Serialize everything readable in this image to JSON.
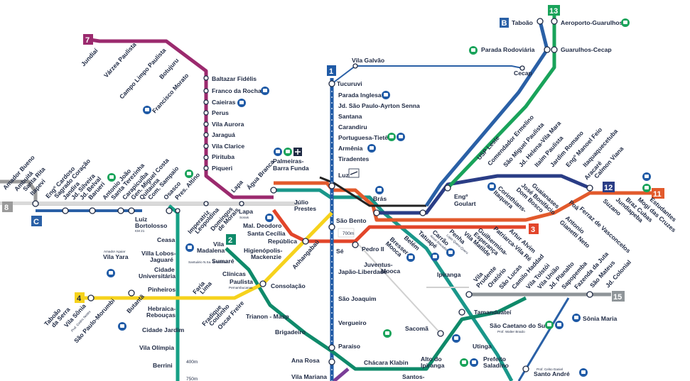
{
  "colors": {
    "line1": "#1f5aa6",
    "line2": "#0f8a6a",
    "line3": "#e2452a",
    "line4": "#f6d21c",
    "line5": "#7a3d97",
    "line7": "#9b2a6e",
    "line8": "#9a9a9a",
    "line9": "#16a085",
    "line10": "#19978a",
    "line11": "#e25a2c",
    "line12": "#2a3d86",
    "line13": "#19a35a",
    "line15": "#8f9599",
    "lineB": "#2a60a6",
    "text": "#1f2a44"
  },
  "lines": {
    "l1": "1",
    "l2": "2",
    "l3": "3",
    "l4": "4",
    "l7": "7",
    "l8": "8",
    "l9": "C",
    "l11": "11",
    "l12": "12",
    "l13": "13",
    "l15": "15",
    "lB": "B"
  },
  "stations": {
    "taboao": "Taboão",
    "aeroporto": "Aeroporto-Guarulhos",
    "rodoviaria": "Parada Rodoviária",
    "cecap_g": "Guarulhos-Cecap",
    "vila_galvao": "Vila Galvão",
    "cecap": "Cecap",
    "tucuruvi": "Tucuruvi",
    "parada_inglesa": "Parada Inglesa",
    "jd_sp": "Jd. São Paulo-Ayrton Senna",
    "santana": "Santana",
    "carandiru": "Carandiru",
    "tiete": "Portuguesa-Tietê",
    "armenia": "Armênia",
    "tiradentes": "Tiradentes",
    "luz": "Luz",
    "bras": "Brás",
    "sao_bento": "São Bento",
    "se": "Sé",
    "pedro_ii": "Pedro II",
    "japao": "Japão-Liberdade",
    "sao_joaquim": "São Joaquim",
    "vergueiro": "Vergueiro",
    "paraiso": "Paraíso",
    "ana_rosa": "Ana Rosa",
    "vila_mariana": "Vila Mariana",
    "chacara_klabin": "Chácara Klabin",
    "santos_imigrantes": "Santos-",
    "jundiai": "Jundiaí",
    "varzea": "Várzea Paulista",
    "campo_limpo": "Campo Limpo Paulista",
    "botujuru": "Botujuru",
    "francisco_morato": "Francisco Morato",
    "baltazar": "Baltazar Fidélis",
    "franco": "Franco da Rocha",
    "caieiras": "Caieiras",
    "perus": "Perus",
    "vila_aurora": "Vila Aurora",
    "jaragua": "Jaraguá",
    "vila_clarice": "Vila Clarice",
    "pirituba": "Pirituba",
    "piqueri": "Piqueri",
    "lapa": "Lapa",
    "agua_branca": "Água Branca",
    "palmeiras": "Palmeiras-",
    "barra_funda": "Barra Funda",
    "julio": "Júlio",
    "prestes": "Prestes",
    "amador": "Amador Bueno",
    "ambuita": "Ambuitá",
    "santa_rita": "Santa Rita",
    "itapevi": "Itapevi",
    "eng_cardoso": "Engº Cardoso",
    "sagrado": "Sagrado Coração",
    "jandira": "Jandira",
    "jd_silveira": "Jd. Silveira",
    "jd_belval": "Jd. Belval",
    "barueri": "Barueri",
    "antonio_joao": "Antonio João",
    "santa_terezinha": "Santa Terezinha",
    "carapicuiba": "Carapicuíba",
    "gen_miguel": "Gen. Miguel Costa",
    "quitauna": "Quitaúna",
    "com_sampaio": "Com. Sampaio",
    "osasco": "Osasco",
    "pres_altino": "Pres. Altino",
    "imperatriz": "Imperatriz",
    "leopoldina": "Leopoldina",
    "domingos": "Domingos",
    "de_morais": "de Morais",
    "lapa2": "Lapa",
    "lapa2_sub": "Sorais",
    "luiz": "Luiz",
    "bortolosso": "Bortolosso",
    "km21": "KM 21",
    "ceasa": "Ceasa",
    "vila_lobos": "Villa Lobos-",
    "jaguare": "Jaguaré",
    "amador_aguiar": "Amador Aguiar",
    "vila_yara": "Vila Yara",
    "cidade": "Cidade",
    "universitaria": "Universitária",
    "pinheiros": "Pinheiros",
    "hebraica": "Hebraica-",
    "reboucas": "Rebouças",
    "cidade_jardim": "Cidade Jardim",
    "vila_olimpia": "Vila Olímpia",
    "berrini": "Berrini",
    "mal_deodoro": "Mal. Deodoro",
    "santa_cecilia": "Santa Cecília",
    "republica": "República",
    "anhangabau": "Anhangabaú",
    "higienopolis": "Higienópolis-",
    "mackenzie": "Mackenzie",
    "vila_madalena_a": "Vila",
    "vila_madalena_b": "Madalena",
    "sumare": "Sumaré",
    "sumare_sub": "Santuário N.Sa. de Fátima",
    "clinicas": "Clínicas",
    "paulista": "Paulista",
    "paulista_sub": "Pernambucanas",
    "consolacao": "Consolação",
    "faria": "Faria",
    "lima": "Lima",
    "fradique": "Fradique",
    "coutinho": "Coutinho",
    "oscar": "Oscar Freire",
    "trianon": "Trianon - Masp",
    "brigadeiro": "Brigadeiro",
    "taboao_serra": "Taboão",
    "da_serra": "da Serra",
    "vila_sonia_a": "Vila Sônia",
    "vila_sonia_sub": "Prof. Cedric Noites",
    "sao_paulo_morumbi": "São Paulo-Morumbi",
    "butanta": "Butantã",
    "juventus": "Juventus-",
    "mooca_j": "Mooca",
    "bresser": "Bresser-",
    "mooca": "Mooca",
    "belem": "Belém",
    "tatuape": "Tatuapé",
    "carrao": "Carrão",
    "carrao_sub": "Assaí Atacadista",
    "penha": "Penha",
    "penha_sub": "Lojas Quero-Quero",
    "vila_matilde": "Vila Matilde",
    "guilhermina": "Guilhermina-",
    "esperanca": "Esperança",
    "patriarca": "Patriarca-Vila Ré",
    "artur_alvim": "Artur Alvim",
    "corinthians": "Corinthians-",
    "itaquera": "Itaquera",
    "usp_leste": "USP Leste",
    "comendador": "Comendador Ermelino",
    "sao_miguel": "São Miguel Paulista",
    "jd_helena": "Jd. Helena-Vila Mara",
    "itaim": "Itaim Paulista",
    "jd_romano": "Jardim Romano",
    "eng_manoel": "Engº Manoel Feio",
    "itaquaquecetuba": "Itaquaquecetuba",
    "aracare": "Aracaré",
    "calmon": "Calmon Viana",
    "eng_goulart_a": "Engº",
    "eng_goulart_b": "Goulart",
    "jose_bonifacio": "José Bonifácio",
    "guaianases": "Guaianases",
    "dom_bosco": "Dom Bosco",
    "antonio_gianetti": "Antonio",
    "gianetti_neto": "Gianetti Neto",
    "ferraz": "Ferraz de Vasconcelos",
    "poa": "Poá",
    "suzano": "Suzano",
    "jundiapeba": "Jundiapeba",
    "braz_cubas": "Braz Cubas",
    "mogi": "Mogi das Cruzes",
    "estudantes": "Estudantes",
    "ipiranga": "Ipiranga",
    "tamanduatei": "Tamanduateí",
    "sacoma": "Sacomã",
    "alto_ipiranga_a": "Alto do",
    "alto_ipiranga_b": "Ipiranga",
    "vila_prudente_a": "Vila",
    "vila_prudente_b": "Prudente",
    "oratorio": "Oratório",
    "sao_lucas": "São Lucas",
    "camilo": "Camilo Haddad",
    "vila_tolstoi": "Vila Tolstói",
    "vila_uniao": "Vila União",
    "jd_planalto": "Jd. Planalto",
    "sapopemba": "Sapopemba",
    "fazenda": "Fazenda da Juta",
    "sao_mateus": "São Mateus",
    "jd_colonial": "Jd. Colonial",
    "sao_caetano": "São Caetano do Sul",
    "sao_caetano_sub": "Prof. Walter Braido",
    "sonia_maria": "Sônia Maria",
    "utinga": "Utinga",
    "prefeito_a": "Prefeito",
    "prefeito_b": "Saladino",
    "santo_andre": "Santo André",
    "santo_andre_sub": "Prof. Celso Daniel"
  },
  "walk": {
    "w1": "700m",
    "w2": "400m",
    "w3": "750m"
  }
}
